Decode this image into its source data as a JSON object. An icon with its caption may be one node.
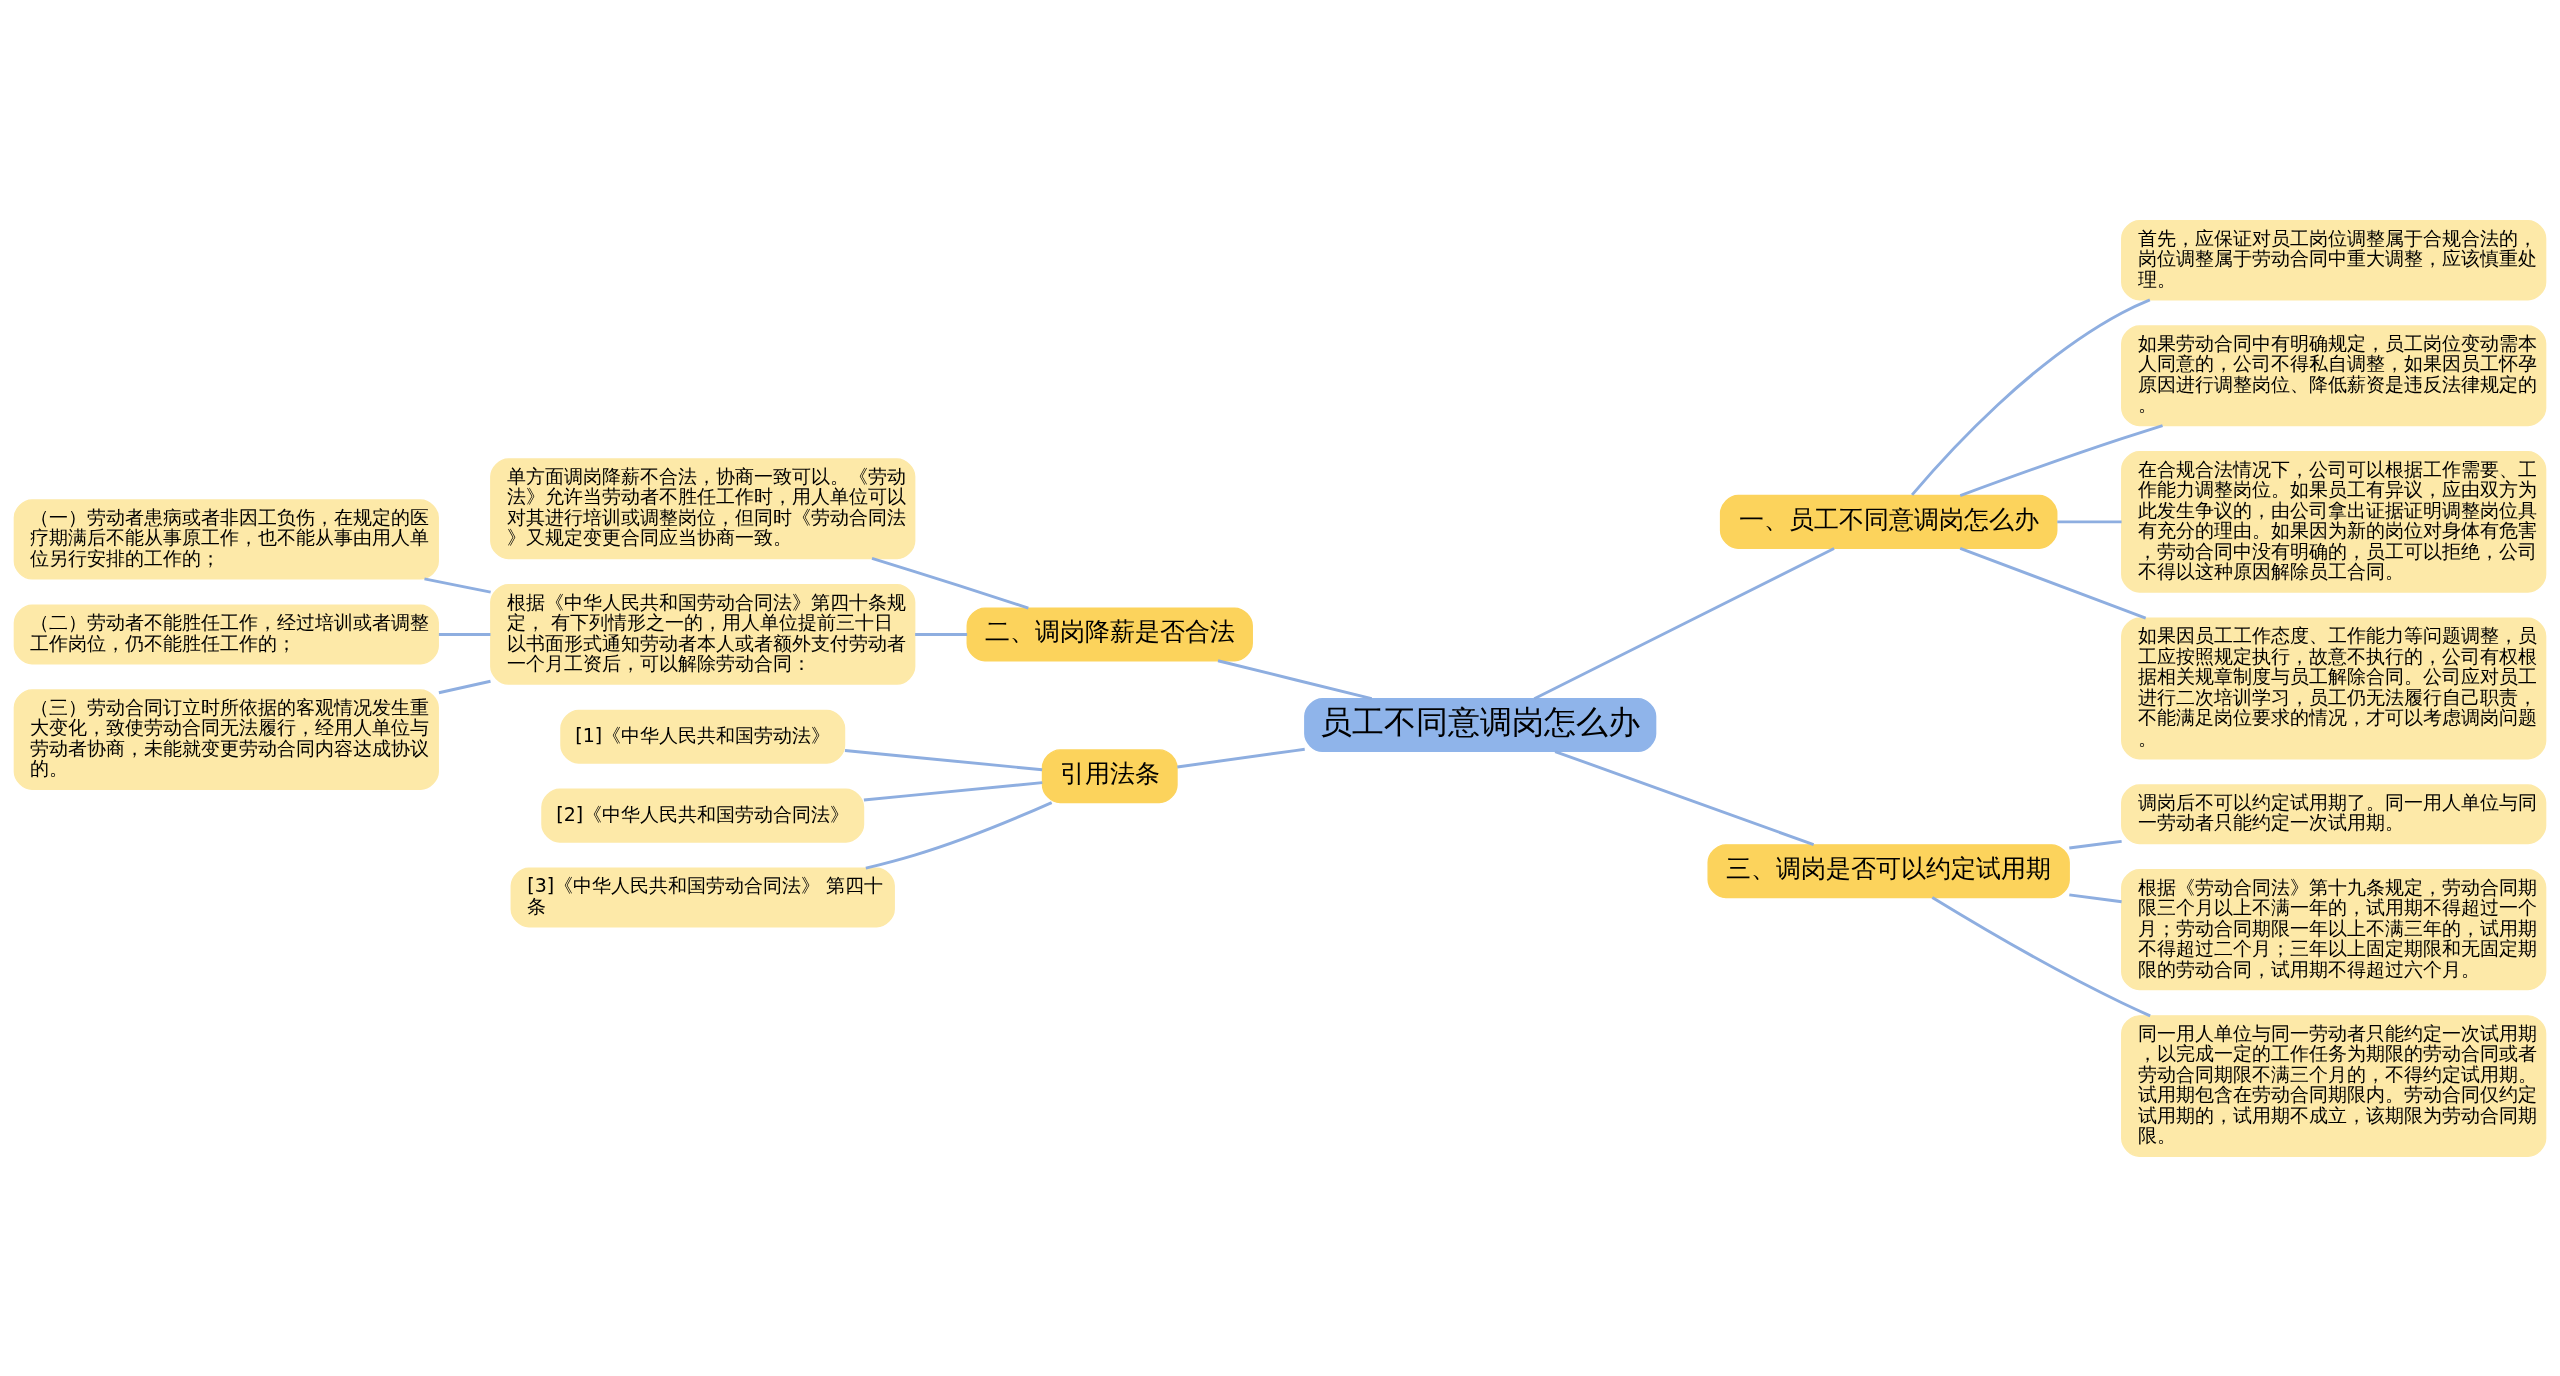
{
  "diagram": {
    "nodes": [
      {
        "text": [
          "员工不同意调岗怎么办"
        ]
      },
      {
        "text": [
          "一、员工不同意调岗怎么办"
        ]
      },
      {
        "text": [
          "首先，应保证对员工岗位调整属于合规合法的，岗位调整属于劳动合同中重大调整，应该慎重处理。"
        ]
      },
      {
        "text": [
          "如果劳动合同中有明确规定，员工岗位变动需本人同意的，公司不得私自调整，如果因员工怀孕原因进行调整岗位、降低薪资是违反法律规定的。"
        ]
      },
      {
        "text": [
          "在合规合法情况下，公司可以根据工作需要、工作能力调整岗位。如果员工有异议，应由双方为此发生争议的，由公司拿出证据证明调整岗位具有充分的理由。如果因为新的岗位对身体有危害，劳动合同中没有明确的，员工可以拒绝，公司不得以这种原因解除员工合同。"
        ]
      },
      {
        "text": [
          "如果因员工工作态度、工作能力等问题调整，员工应按照规定执行，故意不执行的，公司有权根据相关规章制度与员工解除合同。公司应对员工进行二次培训学习，员工仍无法履行自己职责，不能满足岗位要求的情况，才可以考虑调岗问题。"
        ]
      },
      {
        "text": [
          "三、调岗是否可以约定试用期"
        ]
      },
      {
        "text": [
          "调岗后不可以约定试用期了。同一用人单位与同一劳动者只能约定一次试用期。"
        ]
      },
      {
        "text": [
          "根据《劳动合同法》第十九条规定，劳动合同期限三个月以上不满一年的，试用期不得超过一个月；劳动合同期限一年以上不满三年的，试用期不得超过二个月；三年以上固定期限和无固定期限的劳动合同，试用期不得超过六个月。"
        ]
      },
      {
        "text": [
          "同一用人单位与同一劳动者只能约定一次试用期，以完成一定的工作任务为期限的劳动合同或者劳动合同期限不满三个月的，不得约定试用期。试用期包含在劳动合同期限内。劳动合同仅约定试用期的，试用期不成立，该期限为劳动合同期限。"
        ]
      },
      {
        "text": [
          "二、调岗降薪是否合法"
        ]
      },
      {
        "text": [
          "单方面调岗降薪不合法，协商一致可以。《劳动法》允许当劳动者不胜任工作时，用人单位可以对其进行培训或调整岗位，但同时《劳动合同法》又规定变更合同应当协商一致。"
        ]
      },
      {
        "text": [
          "根据《中华人民共和国劳动合同法》第四十条规定， 有下列情形之一的，用人单位提前三十日以书面形式通知劳动者本人或者额外支付劳动者一个月工资后，可以解除劳动合同："
        ]
      },
      {
        "text": [
          "（一）劳动者患病或者非因工负伤，在规定的医疗期满后不能从事原工作，也不能从事由用人单位另行安排的工作的；"
        ]
      },
      {
        "text": [
          "（二）劳动者不能胜任工作，经过培训或者调整工作岗位，仍不能胜任工作的；"
        ]
      },
      {
        "text": [
          "（三）劳动合同订立时所依据的客观情况发生重大变化，致使劳动合同无法履行，经用人单位与劳动者协商，未能就变更劳动合同内容达成协议的。"
        ]
      },
      {
        "text": [
          "引用法条"
        ]
      },
      {
        "text": [
          "[1]《中华人民共和国劳动法》"
        ]
      },
      {
        "text": [
          "[2]《中华人民共和国劳动合同法》"
        ]
      },
      {
        "text": [
          "[3]《中华人民共和国劳动合同法》 第四十条"
        ]
      }
    ],
    "edges": [
      {
        "from": 0,
        "to": 1,
        "arrow": "none"
      },
      {
        "from": 1,
        "to": 2,
        "arrow": "none"
      },
      {
        "from": 1,
        "to": 3,
        "arrow": "none"
      },
      {
        "from": 1,
        "to": 4,
        "arrow": "none"
      },
      {
        "from": 1,
        "to": 5,
        "arrow": "none"
      },
      {
        "from": 0,
        "to": 6,
        "arrow": "none"
      },
      {
        "from": 6,
        "to": 7,
        "arrow": "none"
      },
      {
        "from": 6,
        "to": 8,
        "arrow": "none"
      },
      {
        "from": 6,
        "to": 9,
        "arrow": "none"
      },
      {
        "from": 0,
        "to": 10,
        "arrow": "none"
      },
      {
        "from": 10,
        "to": 11,
        "arrow": "none"
      },
      {
        "from": 10,
        "to": 12,
        "arrow": "none"
      },
      {
        "from": 12,
        "to": 13,
        "arrow": "none"
      },
      {
        "from": 12,
        "to": 14,
        "arrow": "none"
      },
      {
        "from": 12,
        "to": 15,
        "arrow": "none"
      },
      {
        "from": 0,
        "to": 16,
        "arrow": "none"
      },
      {
        "from": 16,
        "to": 17,
        "arrow": "none"
      },
      {
        "from": 16,
        "to": 18,
        "arrow": "none"
      },
      {
        "from": 16,
        "to": 19,
        "arrow": "none"
      }
    ]
  }
}
